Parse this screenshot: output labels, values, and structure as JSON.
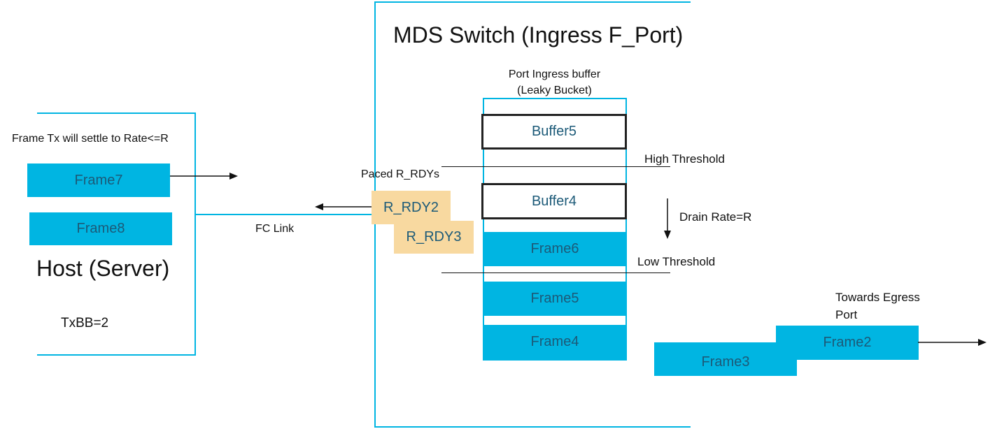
{
  "switch": {
    "title": "MDS Switch (Ingress F_Port)"
  },
  "host": {
    "title": "Host (Server)",
    "rate_note": "Frame Tx will settle to Rate<=R",
    "txbb": "TxBB=2",
    "frames": [
      "Frame7",
      "Frame8"
    ]
  },
  "link": {
    "label": "FC Link",
    "paced_label": "Paced R_RDYs",
    "rrdys": [
      "R_RDY2",
      "R_RDY3"
    ]
  },
  "buffer": {
    "title_line1": "Port Ingress buffer",
    "title_line2": "(Leaky Bucket)",
    "buffers": [
      "Buffer5",
      "Buffer4"
    ],
    "frames": [
      "Frame6",
      "Frame5",
      "Frame4"
    ],
    "high_threshold": "High Threshold",
    "low_threshold": "Low Threshold",
    "drain_rate": "Drain Rate=R"
  },
  "egress": {
    "label_line1": "Towards Egress",
    "label_line2": "Port",
    "frames": [
      "Frame2",
      "Frame3"
    ]
  },
  "colors": {
    "frame": "#00b5e2",
    "rrdy": "#f8d9a0",
    "border": "#00b5e2",
    "text_blue": "#1c5a78"
  }
}
